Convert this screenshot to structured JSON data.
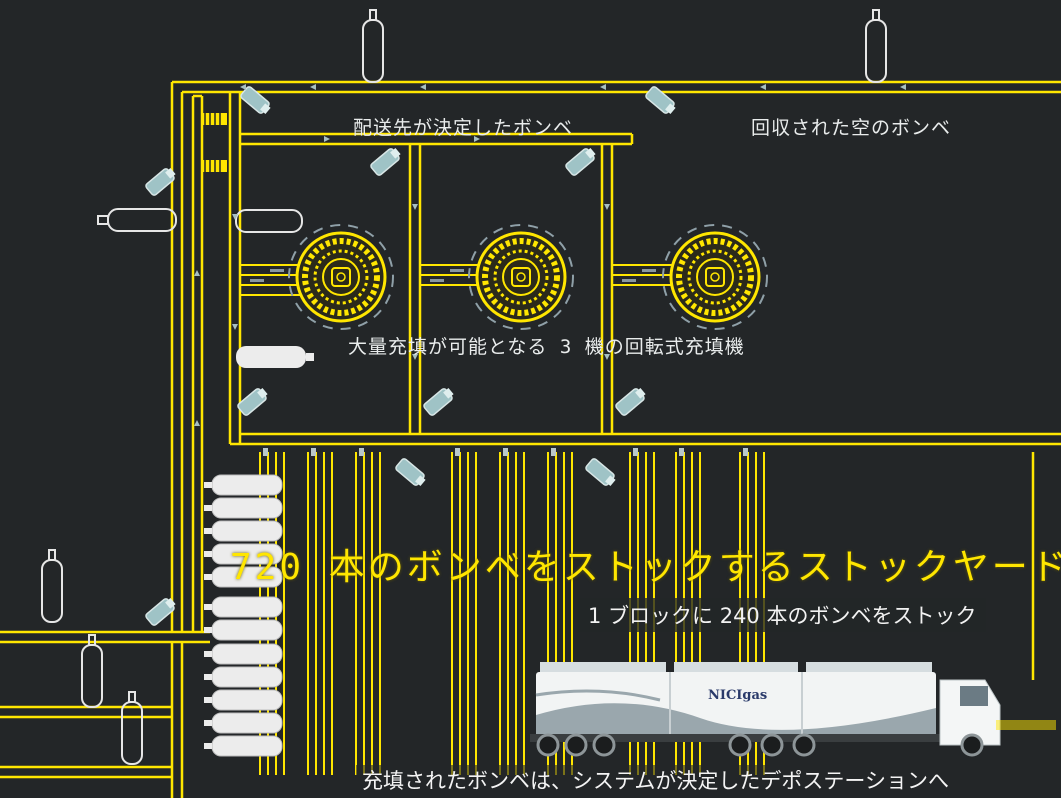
{
  "labels": {
    "dispatch_destination": "配送先が決定したボンベ",
    "collected_empty": "回収された空のボンベ",
    "rotary_fillers": "大量充填が可能となる 3 機の回転式充填機",
    "stockyard": "720 本のボンベをストックするストックヤード",
    "block_stock": "1 ブロックに 240 本のボンベをストック",
    "depot": "充填されたボンベは、システムが決定したデポステーションへ"
  },
  "truck": {
    "logo_text": "NICIgas"
  },
  "colors": {
    "background": "#232628",
    "track_yellow": "#ffe600",
    "label_text": "#e9ecec",
    "camera_body": "#9fc3c6"
  },
  "icons": [
    "gas-cylinder-icon",
    "camera-icon",
    "rotary-filler-icon",
    "truck-icon",
    "arrow-icon"
  ]
}
